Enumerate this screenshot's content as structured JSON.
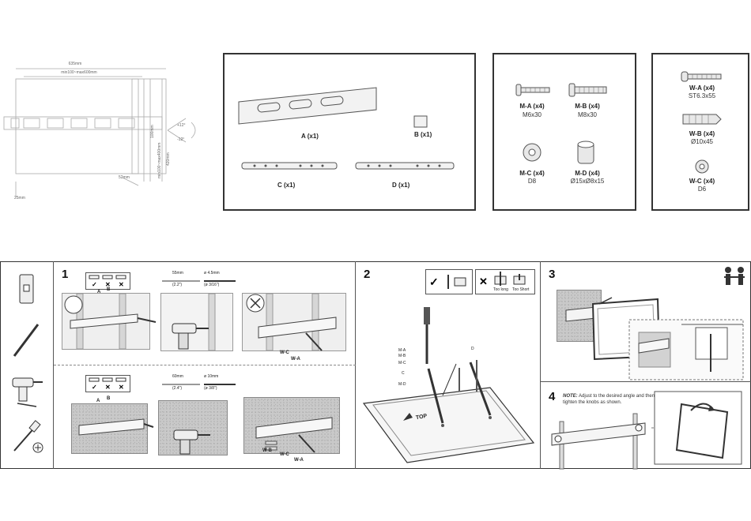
{
  "dimensions": {
    "width_total": "635mm",
    "width_range": "min100~max600mm",
    "height_total": "420mm",
    "height_range": "min100~max400mm",
    "height_small": "100mm",
    "tilt_up": "+12°",
    "tilt_down": "-12°",
    "depth": "25mm",
    "profile": "52mm"
  },
  "parts_main": {
    "a": "A (x1)",
    "b": "B (x1)",
    "c": "C (x1)",
    "d": "D (x1)"
  },
  "parts_screws": {
    "ma_label": "M-A (x4)",
    "ma_size": "M6x30",
    "mb_label": "M-B (x4)",
    "mb_size": "M8x30",
    "mc_label": "M-C (x4)",
    "mc_size": "D8",
    "md_label": "M-D (x4)",
    "md_size": "Ø15xØ8x15"
  },
  "parts_wall": {
    "wa_label": "W-A (x4)",
    "wa_size": "ST6.3x55",
    "wb_label": "W-B (x4)",
    "wb_size": "Ø10x45",
    "wc_label": "W-C (x4)",
    "wc_size": "D6"
  },
  "step1": {
    "num": "1",
    "wood_drill_len": "55mm",
    "wood_drill_len_in": "(2.2\")",
    "wood_drill_dia": "ø 4.5mm",
    "wood_drill_dia_in": "(ø 3/16\")",
    "concrete_drill_len": "60mm",
    "concrete_drill_len_in": "(2.4\")",
    "concrete_drill_dia": "ø 10mm",
    "concrete_drill_dia_in": "(ø 3/8\")",
    "label_a": "A",
    "label_b": "B",
    "label_wc": "W-C",
    "label_wa": "W-A",
    "label_wb": "W-B",
    "label_wc2": "W-C",
    "label_wa2": "W-A"
  },
  "step2": {
    "num": "2",
    "too_long": "Too long",
    "too_short": "Too Short",
    "ma": "M-A",
    "mb": "M-B",
    "mc": "M-C",
    "c": "C",
    "md": "M-D",
    "d": "D",
    "top": "TOP"
  },
  "step3": {
    "num": "3"
  },
  "step4": {
    "num": "4",
    "note_label": "NOTE:",
    "note_text": "Adjust to the desired angle and then tighten the knobs as shown."
  }
}
